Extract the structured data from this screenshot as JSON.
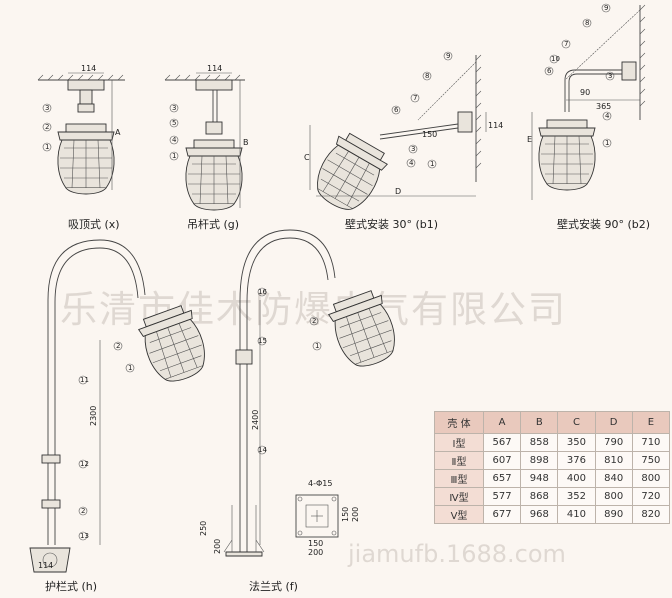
{
  "captions": {
    "ceiling": "吸顶式 (x)",
    "pendant": "吊杆式 (g)",
    "wall30": "壁式安装 30°  (b1)",
    "wall90": "壁式安装 90°  (b2)",
    "guardrail": "护栏式 (h)",
    "flange": "法兰式 (f)"
  },
  "dimensions": {
    "ceiling_width": "114",
    "pendant_width": "114",
    "wall30_bracket": "114",
    "wall30_pipe": "150",
    "wall90_arm": "365",
    "wall90_angle": "90",
    "guardrail_height": "2300",
    "guardrail_pipe": "114",
    "flange_height": "2400",
    "flange_base1": "250",
    "flange_base2": "200",
    "flange_holes": "4-Φ15",
    "flange_plate_inner": "150",
    "flange_plate_outer": "200",
    "flange_plate_side1": "150",
    "flange_plate_side2": "200"
  },
  "letters": {
    "A": "A",
    "B": "B",
    "C": "C",
    "D": "D",
    "E": "E"
  },
  "callouts": {
    "n1": "1",
    "n2": "2",
    "n3": "3",
    "n4": "4",
    "n5": "5",
    "n6": "6",
    "n7": "7",
    "n8": "8",
    "n9": "9",
    "n10": "10",
    "n11": "11",
    "n12": "12",
    "n13": "13",
    "n14": "14",
    "n15": "15",
    "n16": "16"
  },
  "watermarks": {
    "company": "乐清市佳木防爆电气有限公司",
    "site": "jiamufb.1688.com"
  },
  "spec_table": {
    "header": [
      "壳 体",
      "A",
      "B",
      "C",
      "D",
      "E"
    ],
    "rows": [
      {
        "type": "Ⅰ型",
        "A": "567",
        "B": "858",
        "C": "350",
        "D": "790",
        "E": "710"
      },
      {
        "type": "Ⅱ型",
        "A": "607",
        "B": "898",
        "C": "376",
        "D": "810",
        "E": "750"
      },
      {
        "type": "Ⅲ型",
        "A": "657",
        "B": "948",
        "C": "400",
        "D": "840",
        "E": "800"
      },
      {
        "type": "Ⅳ型",
        "A": "577",
        "B": "868",
        "C": "352",
        "D": "800",
        "E": "720"
      },
      {
        "type": "Ⅴ型",
        "A": "677",
        "B": "968",
        "C": "410",
        "D": "890",
        "E": "820"
      }
    ]
  }
}
